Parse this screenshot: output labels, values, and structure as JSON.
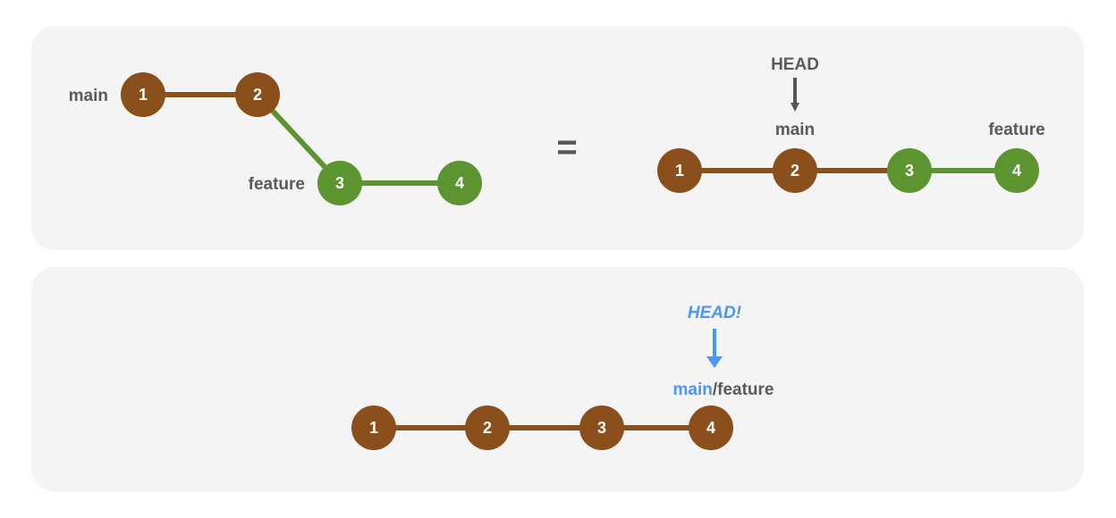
{
  "colors": {
    "main": "#8b4f1c",
    "feature": "#5c9430",
    "label": "#5a5a5a",
    "head_accent": "#4a96f0"
  },
  "top_left": {
    "main_label": "main",
    "feature_label": "feature",
    "commits": [
      "1",
      "2",
      "3",
      "4"
    ]
  },
  "equals": "=",
  "top_right": {
    "head_label": "HEAD",
    "main_label": "main",
    "feature_label": "feature",
    "commits": [
      "1",
      "2",
      "3",
      "4"
    ]
  },
  "bottom": {
    "head_label": "HEAD!",
    "main_label": "main",
    "separator": "/",
    "feature_label": "feature",
    "commits": [
      "1",
      "2",
      "3",
      "4"
    ]
  }
}
